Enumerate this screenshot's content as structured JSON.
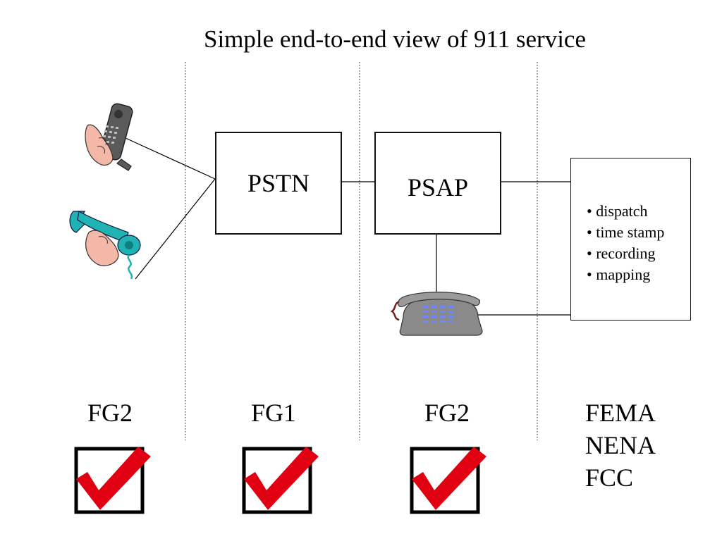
{
  "title": "Simple end-to-end view of 911 service",
  "nodes": {
    "pstn": "PSTN",
    "psap": "PSAP"
  },
  "features": [
    "• dispatch",
    "• time stamp",
    "• recording",
    "• mapping"
  ],
  "columns": [
    "FG2",
    "FG1",
    "FG2"
  ],
  "agencies": [
    "FEMA",
    "NENA",
    "FCC"
  ],
  "colors": {
    "check": "#e00012",
    "mobile_phone": "#555555",
    "handset": "#1fb3b3",
    "skin": "#f4b8a8",
    "desk_phone": "#8a8a8a",
    "keypad": "#6f86ff"
  },
  "icons": {
    "caller_1": "mobile-phone-in-hand-icon",
    "caller_2": "handset-in-hand-icon",
    "dispatch_phone": "desk-phone-icon",
    "check": "checkmark-box-icon"
  }
}
